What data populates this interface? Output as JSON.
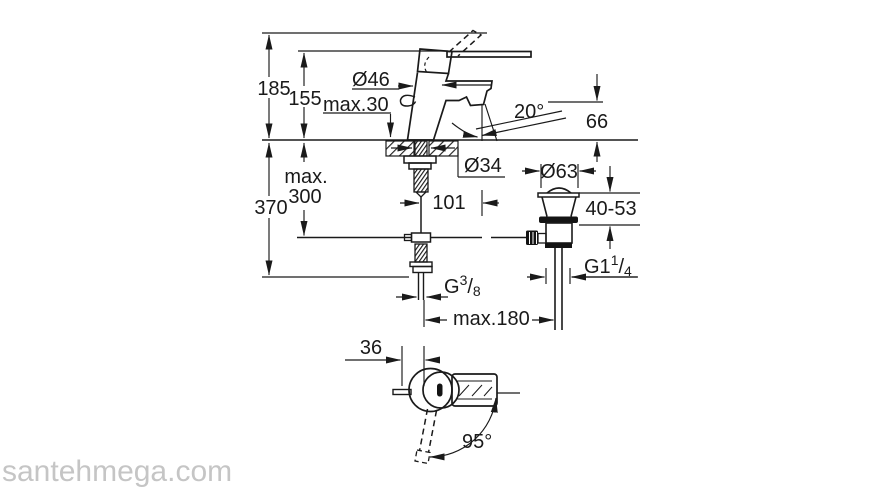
{
  "watermark": "santehmega.com",
  "colors": {
    "line": "#1a1a1a",
    "watermark": "#c5c5c5",
    "background": "#ffffff"
  },
  "side_view": {
    "dim_total_height": "185",
    "dim_body_height": "155",
    "dim_deck_thickness": "max.30",
    "dim_body_diameter": "Ø46",
    "dim_spout_angle": "20°",
    "dim_spout_height": "66",
    "dim_hole_diameter": "Ø34",
    "dim_hose_max_word": "max.",
    "dim_hose_max_value": "300",
    "dim_total_depth": "370",
    "dim_spout_reach": "101",
    "dim_waste_flange_diameter": "Ø63",
    "dim_waste_clamp_range": "40-53",
    "thread_waste": {
      "text": "G1",
      "sup": "1",
      "slash": "/",
      "sub": "4"
    },
    "thread_supply": {
      "text": "G",
      "sup": "3",
      "slash": "/",
      "sub": "8"
    },
    "dim_rod_reach": "max.180"
  },
  "top_view": {
    "dim_body_offset": "36",
    "dim_swivel_angle": "95°"
  }
}
